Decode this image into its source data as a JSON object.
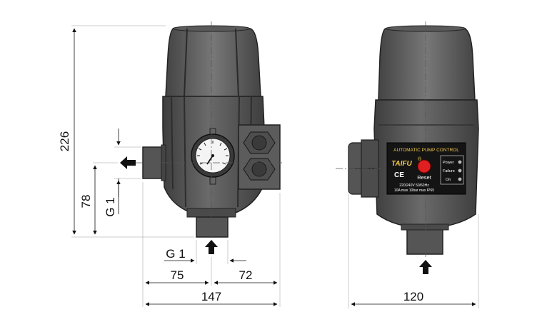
{
  "dimensions": {
    "height_total": "226",
    "height_inlet": "78",
    "thread_left": "G 1",
    "thread_bottom": "G 1",
    "offset_left": "75",
    "offset_right": "72",
    "width_front": "147",
    "width_side": "120"
  },
  "label": {
    "title": "AUTOMATIC PUMP CONTROL",
    "brand": "TAIFU",
    "brand_mark": "®",
    "ce_mark": "CE",
    "reset": "Reset",
    "power": "Power",
    "failure": "Failure",
    "on": "On",
    "spec_line1": "220/240V 50/60Hz",
    "spec_line2": "10A max  10bar max IP65"
  },
  "colors": {
    "body": "#5a5a5a",
    "body_dark": "#3a3a3a",
    "body_light": "#7a7a7a",
    "label_bg": "#1a1a1a",
    "label_text": "#f2c94c",
    "reset_button": "#e02020"
  }
}
